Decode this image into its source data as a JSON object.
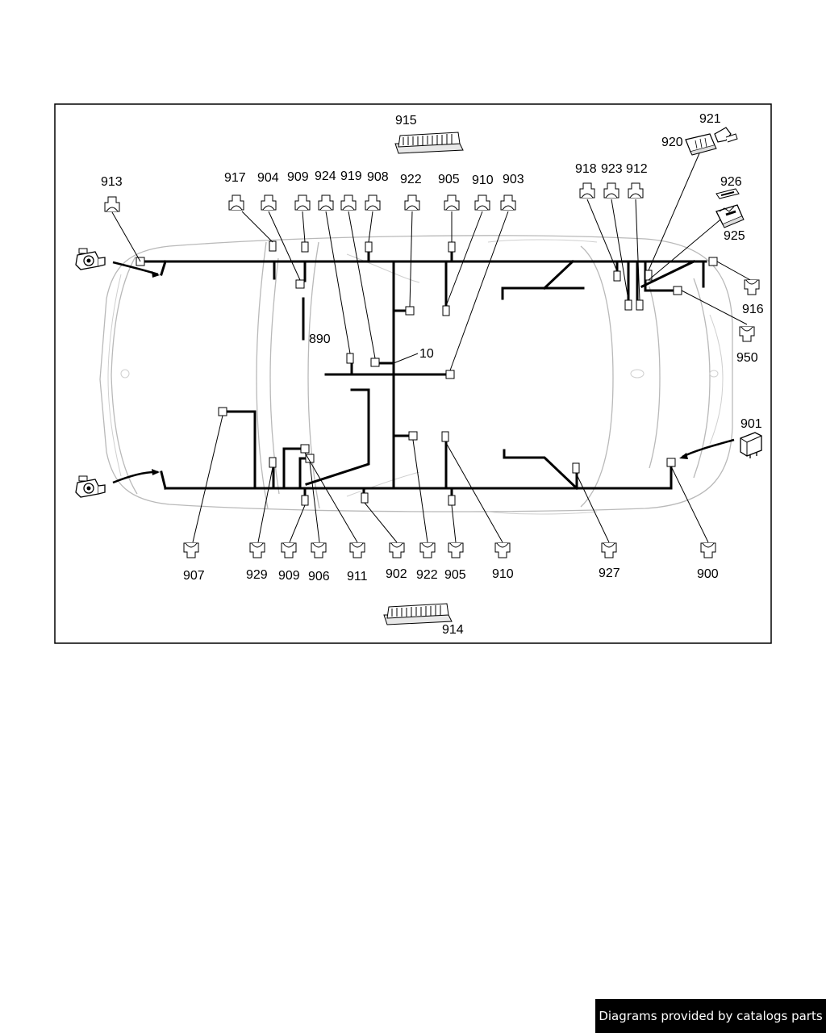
{
  "footer": {
    "text": "Diagrams provided by catalogs parts"
  },
  "labels": {
    "l915": "915",
    "l921": "921",
    "l920": "920",
    "l926": "926",
    "l925": "925",
    "l913": "913",
    "l917": "917",
    "l904": "904",
    "l909t": "909",
    "l924": "924",
    "l919": "919",
    "l908": "908",
    "l922t": "922",
    "l905t": "905",
    "l910t": "910",
    "l903": "903",
    "l918": "918",
    "l923": "923",
    "l912": "912",
    "l916": "916",
    "l950": "950",
    "l890": "890",
    "l10": "10",
    "l901": "901",
    "l907": "907",
    "l929": "929",
    "l909b": "909",
    "l906": "906",
    "l911": "911",
    "l902": "902",
    "l922b": "922",
    "l905b": "905",
    "l910b": "910",
    "l927": "927",
    "l900": "900",
    "l914": "914"
  },
  "colors": {
    "wire": "#000000",
    "car_outline": "#b9b9b9",
    "footer_bg": "#000000",
    "footer_text": "#ffffff"
  }
}
